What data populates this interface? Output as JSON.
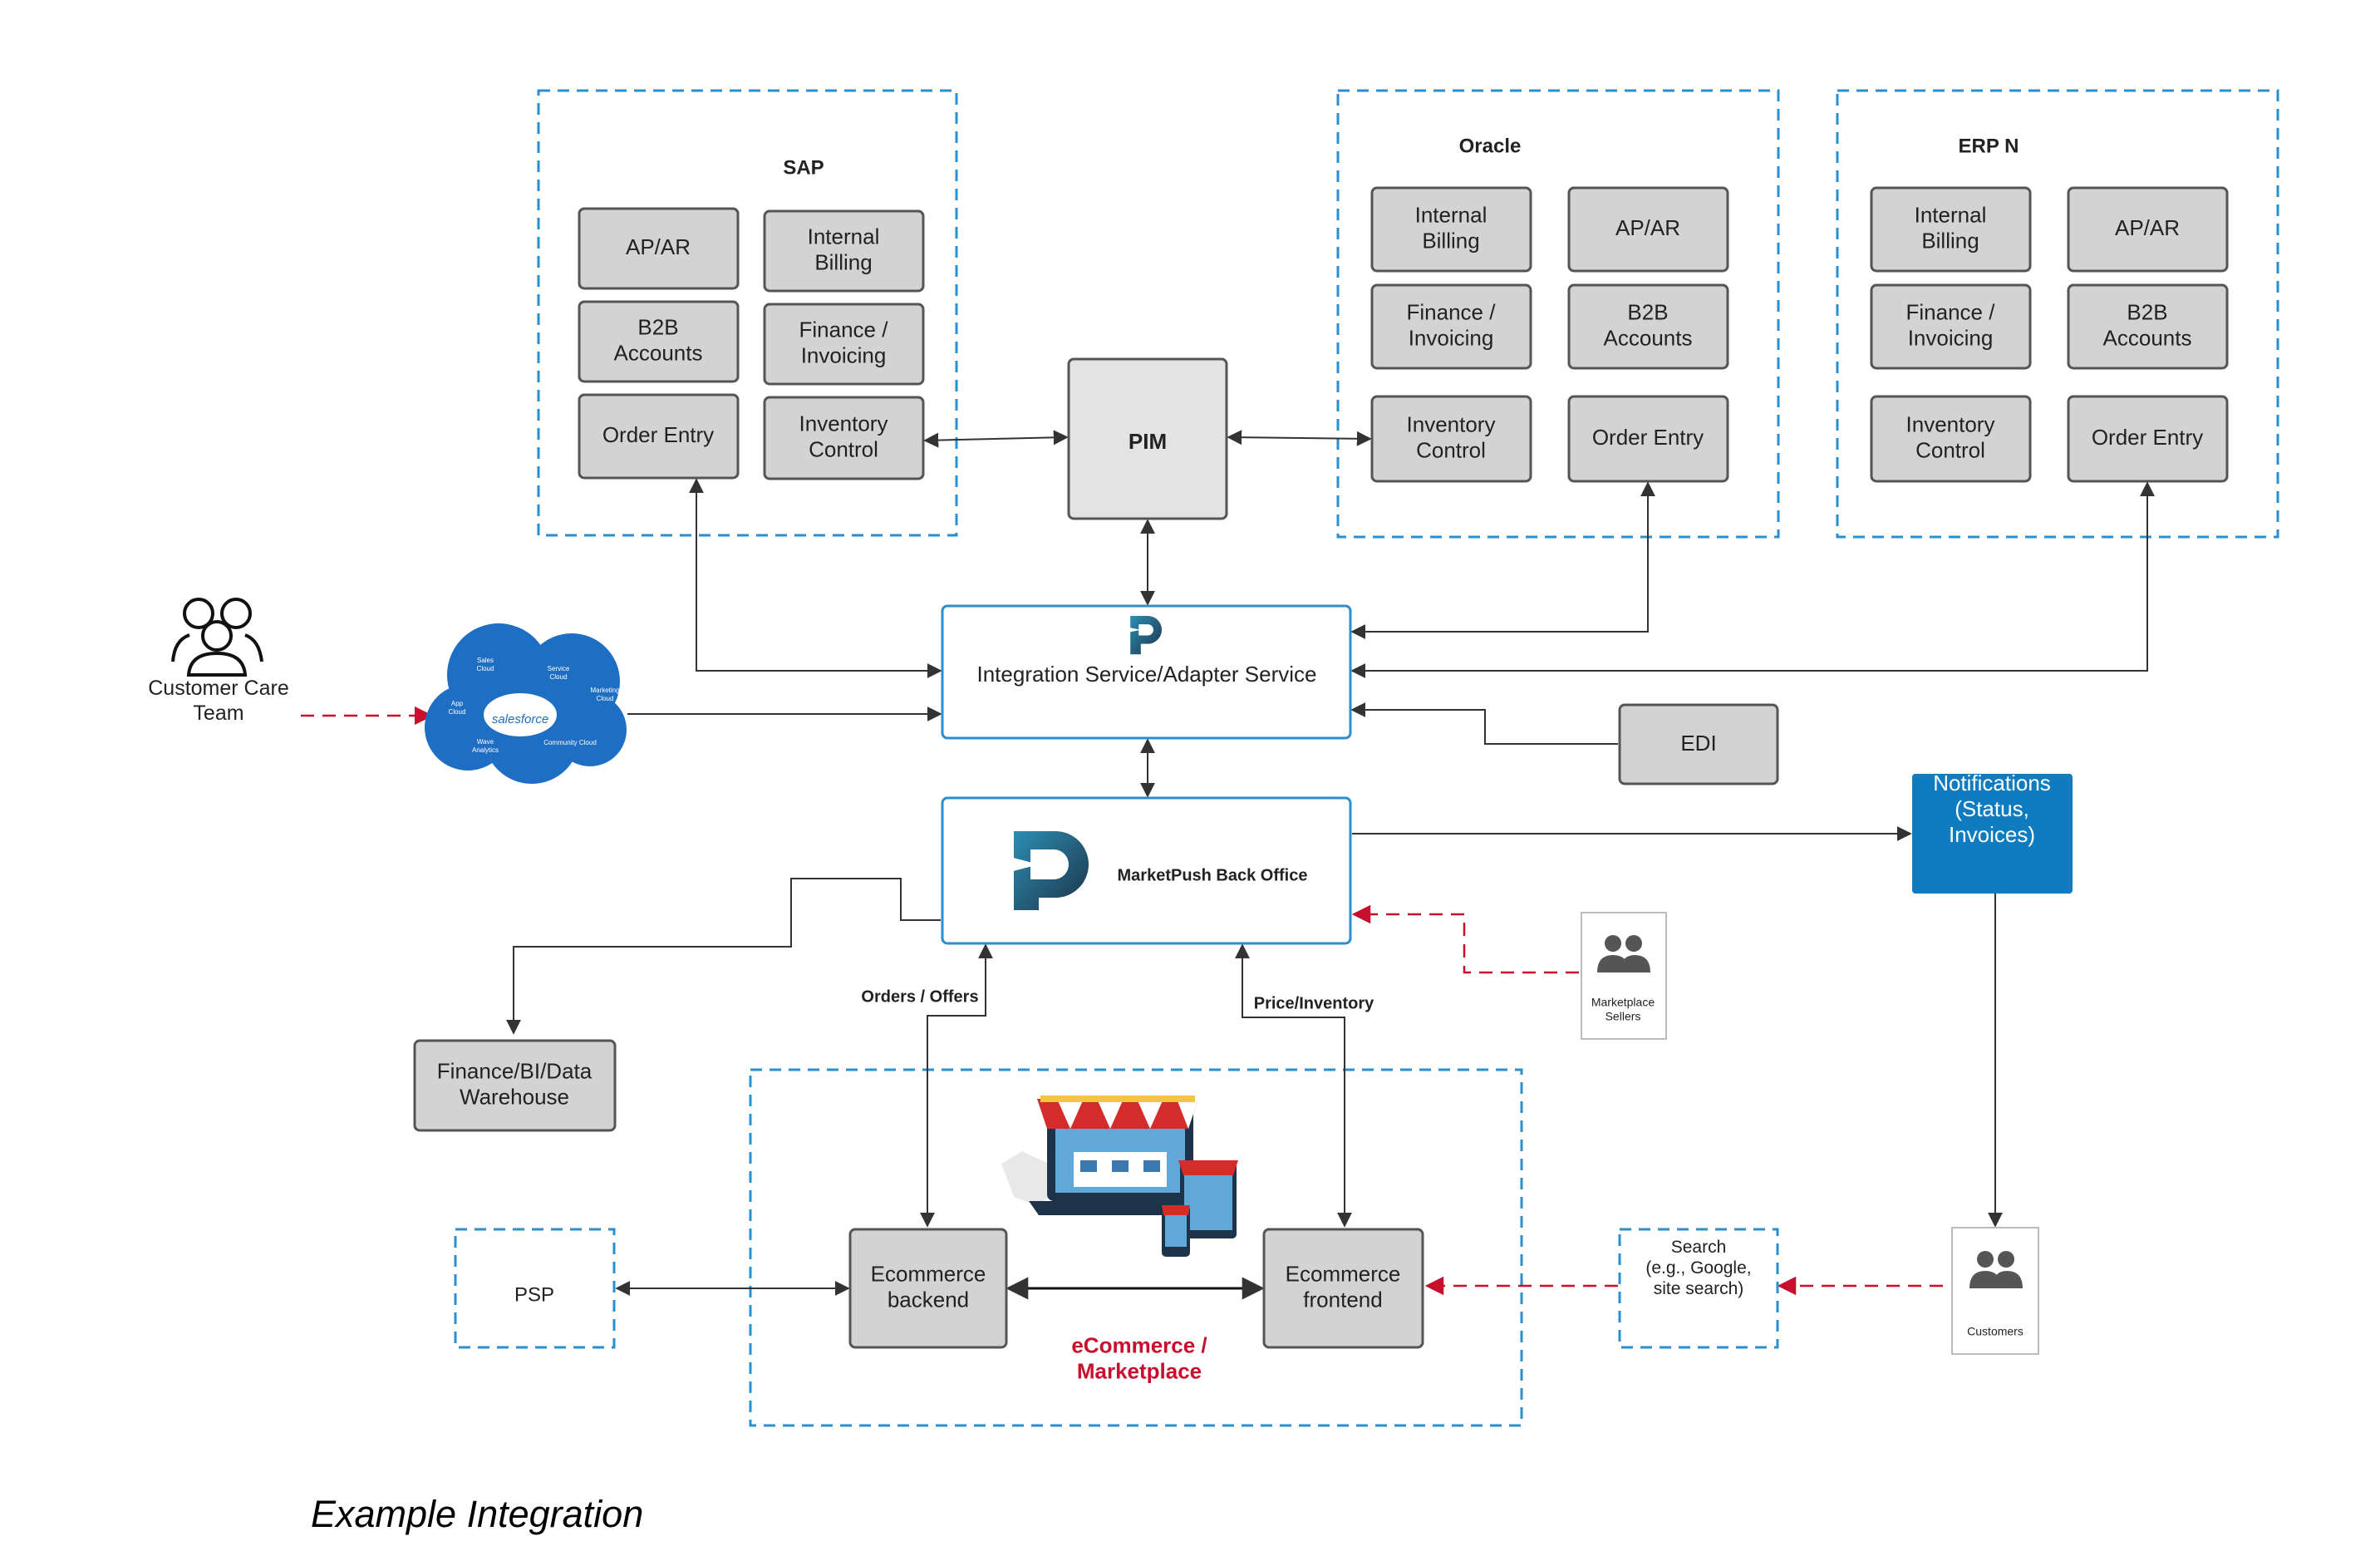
{
  "caption": "Example Integration",
  "groups": {
    "sap": {
      "title": "SAP",
      "modules": [
        {
          "id": "ap-ar",
          "label": "AP/AR"
        },
        {
          "id": "internal-billing",
          "label": "Internal\nBilling"
        },
        {
          "id": "b2b-accounts",
          "label": "B2B\nAccounts"
        },
        {
          "id": "finance-invoicing",
          "label": "Finance /\nInvoicing"
        },
        {
          "id": "order-entry",
          "label": "Order Entry"
        },
        {
          "id": "inventory-control",
          "label": "Inventory\nControl"
        }
      ]
    },
    "oracle": {
      "title": "Oracle",
      "modules": [
        {
          "id": "internal-billing",
          "label": "Internal\nBilling"
        },
        {
          "id": "ap-ar",
          "label": "AP/AR"
        },
        {
          "id": "finance-invoicing",
          "label": "Finance /\nInvoicing"
        },
        {
          "id": "b2b-accounts",
          "label": "B2B\nAccounts"
        },
        {
          "id": "inventory-control",
          "label": "Inventory\nControl"
        },
        {
          "id": "order-entry",
          "label": "Order Entry"
        }
      ]
    },
    "erpn": {
      "title": "ERP N",
      "modules": [
        {
          "id": "internal-billing",
          "label": "Internal\nBilling"
        },
        {
          "id": "ap-ar",
          "label": "AP/AR"
        },
        {
          "id": "finance-invoicing",
          "label": "Finance /\nInvoicing"
        },
        {
          "id": "b2b-accounts",
          "label": "B2B\nAccounts"
        },
        {
          "id": "inventory-control",
          "label": "Inventory\nControl"
        },
        {
          "id": "order-entry",
          "label": "Order Entry"
        }
      ]
    },
    "ecommerce": {
      "title": "eCommerce /\nMarketplace",
      "backend": "Ecommerce\nbackend",
      "frontend": "Ecommerce\nfrontend"
    }
  },
  "nodes": {
    "pim": "PIM",
    "integration": "Integration Service/Adapter Service",
    "edi": "EDI",
    "backoffice": "MarketPush Back Office",
    "notifications": "Notifications\n(Status,\nInvoices)",
    "finance_bi": "Finance/BI/Data\nWarehouse",
    "psp": "PSP",
    "search": "Search\n(e.g., Google,\nsite search)",
    "customer_care": "Customer Care\nTeam",
    "marketplace_sellers": "Marketplace\nSellers",
    "customers": "Customers"
  },
  "salesforce": {
    "logo": "salesforce",
    "clouds": [
      "Sales\nCloud",
      "Service\nCloud",
      "Marketing\nCloud",
      "Community Cloud",
      "App\nCloud",
      "Wave\nAnalytics"
    ]
  },
  "edge_labels": {
    "orders_offers": "Orders / Offers",
    "price_inventory": "Price/Inventory"
  },
  "colors": {
    "group_border": "#2a8fce",
    "module_fill": "#d3d3d3",
    "module_stroke": "#555555",
    "notification_fill": "#0f7cc0",
    "ecommerce_title": "#c8102e",
    "dashed_arrow": "#c8102e",
    "brand_dark": "#1d3349",
    "brand_teal": "#2c8eb3",
    "salesforce_blue": "#1e6ec4"
  }
}
